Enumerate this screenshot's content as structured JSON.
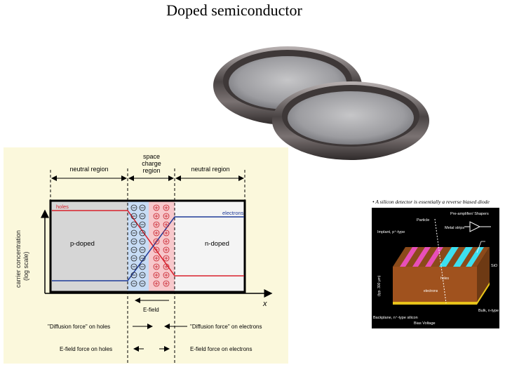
{
  "slide": {
    "title": "Doped semiconductor"
  },
  "diagram": {
    "region_left": "neutral region",
    "region_mid_1": "space",
    "region_mid_2": "charge",
    "region_mid_3": "region",
    "region_right": "neutral region",
    "ylabel_1": "carrier concentration",
    "ylabel_2": "(log scale)",
    "label_holes": "holes",
    "label_electrons": "electrons",
    "label_p": "p-doped",
    "label_n": "n-doped",
    "label_x": "x",
    "label_efield": "E-field",
    "diff_holes": "\"Diffusion force\" on holes",
    "diff_electrons": "\"Diffusion force\" on electrons",
    "efield_holes": "E-field force on holes",
    "efield_electrons": "E-field force on electrons",
    "colors": {
      "background": "#fbf8dc",
      "holes": "#d9202c",
      "electrons": "#1f3b9a",
      "p_region": "#d3d3d3",
      "depletion_negative": "#c7dcf5",
      "depletion_positive": "#f7c8cb"
    }
  },
  "detector": {
    "caption": "• A silicon detector is essentially a reverse biased diode",
    "label_preamp": "Pre-amplifier/ Shapers",
    "label_particle": "Particle",
    "label_metal": "Metal strips",
    "label_implant": "Implant, p⁺-type",
    "label_sio": "SiO",
    "label_bulk": "Bulk, n-type",
    "label_holes": "holes",
    "label_electrons": "electrons",
    "label_backplane": "Backplane, n⁺-type silicon",
    "label_bias": "Bias Voltage",
    "label_thickness": "(typ. 300 µm)"
  }
}
